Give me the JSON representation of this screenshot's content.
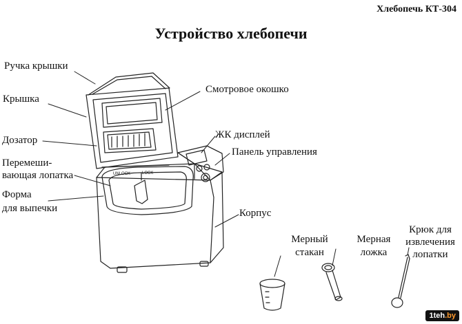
{
  "header": {
    "model": "Хлебопечь КТ-304"
  },
  "title": "Устройство хлебопечи",
  "labels": {
    "handle": "Ручка крышки",
    "lid": "Крышка",
    "dispenser": "Дозатор",
    "paddle_line1": "Перемеши-",
    "paddle_line2": "вающая лопатка",
    "pan_line1": "Форма",
    "pan_line2": "для выпечки",
    "window": "Смотровое окошко",
    "lcd": "ЖК дисплей",
    "panel": "Панель управления",
    "body": "Корпус",
    "cup_line1": "Мерный",
    "cup_line2": "стакан",
    "spoon_line1": "Мерная",
    "spoon_line2": "ложка",
    "hook_line1": "Крюк для",
    "hook_line2": "извлечения",
    "hook_line3": "лопатки"
  },
  "bowl_marks": {
    "unlock": "UNLOCK",
    "lock": "LOCK"
  },
  "watermark": {
    "brand": "1teh",
    "tld": ".by"
  }
}
